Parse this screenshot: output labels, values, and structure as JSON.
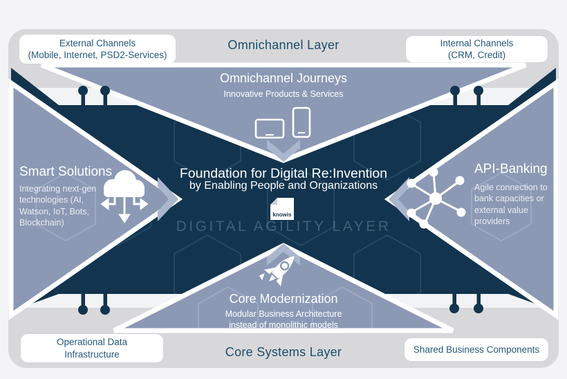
{
  "colors": {
    "dark_navy": "#12344e",
    "blue_gray": "#8b99b5",
    "chevron_light": "#a9b6cd",
    "panel_gray": "#d8d8da",
    "inner_light": "#f2f3f5",
    "band_text": "#1b4d6b",
    "white": "#ffffff"
  },
  "top_banner": {
    "label": "Omnichannel Layer"
  },
  "bottom_banner": {
    "label": "Core Systems Layer"
  },
  "boxes": {
    "external": {
      "text": "External Channels\n(Mobile, Internet, PSD2-Services)"
    },
    "internal": {
      "text": "Internal Channels\n(CRM, Credit)"
    },
    "operational": {
      "text": "Operational Data\nInfrastructure"
    },
    "shared": {
      "text": "Shared Business Components"
    }
  },
  "sections": {
    "top": {
      "title": "Omnichannel Journeys",
      "subtitle": "Innovative Products & Services"
    },
    "left": {
      "title": "Smart Solutions",
      "subtitle": "Integrating next-gen\ntechnologies  (AI,\nWatson, IoT, Bots,\nBlockchain)"
    },
    "right": {
      "title": "API-Banking",
      "subtitle": "Agile connection to\nbank capacities or\nexternal value\nproviders"
    },
    "bottom": {
      "title": "Core Modernization",
      "subtitle": "Modular Business Architecture\ninstead of monolithic models"
    },
    "center": {
      "title": "Foundation for Digital Re:Invention",
      "subtitle": "by Enabling People and Organizations",
      "watermark": "DIGITAL AGILITY LAYER",
      "logo": "knowis"
    }
  }
}
